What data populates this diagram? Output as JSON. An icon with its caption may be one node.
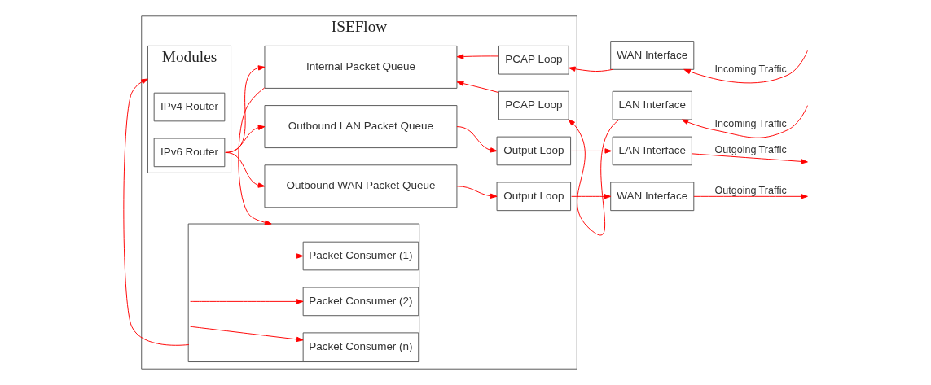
{
  "diagram": {
    "nodes": [
      {
        "text": [
          "ISEFlow"
        ]
      },
      {
        "text": [
          "Modules"
        ],
        "in": 0
      },
      {
        "text": [
          "IPv4 Router"
        ],
        "in": 1
      },
      {
        "text": [
          "IPv6 Router"
        ],
        "in": 1
      },
      {
        "text": [],
        "shape": "box",
        "in": 0
      },
      {
        "text": [
          "Packet Consumer (1)"
        ],
        "in": 4
      },
      {
        "text": [
          "Packet Consumer (2)"
        ],
        "in": 4
      },
      {
        "text": [
          "Packet Consumer (n)"
        ],
        "in": 4
      },
      {
        "text": [
          "Internal Packet Queue"
        ],
        "in": 0
      },
      {
        "text": [
          "Outbound LAN Packet Queue"
        ],
        "in": 0
      },
      {
        "text": [
          "Outbound WAN Packet Queue"
        ],
        "in": 0
      },
      {
        "text": [
          "PCAP Loop"
        ],
        "in": 0
      },
      {
        "text": [
          "PCAP Loop"
        ],
        "in": 0
      },
      {
        "text": [
          "Output Loop"
        ],
        "in": 0
      },
      {
        "text": [
          "Output Loop"
        ],
        "in": 0
      },
      {
        "text": [
          "WAN Interface"
        ]
      },
      {
        "text": [
          "LAN Interface"
        ]
      },
      {
        "text": [
          "LAN Interface"
        ]
      },
      {
        "text": [
          "WAN Interface"
        ]
      }
    ],
    "edges": [
      {
        "from": 4,
        "to": 5,
        "arrow": "to"
      },
      {
        "from": 4,
        "to": 6,
        "arrow": "to"
      },
      {
        "from": 4,
        "to": 7,
        "arrow": "to"
      },
      {
        "from": 4,
        "to": 1,
        "arrow": "to"
      },
      {
        "from": 8,
        "to": 4,
        "arrow": "to"
      },
      {
        "from": 3,
        "to": 8,
        "arrow": "to"
      },
      {
        "from": 3,
        "to": 9,
        "arrow": "to"
      },
      {
        "from": 3,
        "to": 10,
        "arrow": "to"
      },
      {
        "from": 11,
        "to": 8,
        "arrow": "to"
      },
      {
        "from": 12,
        "to": 8,
        "arrow": "to"
      },
      {
        "from": 9,
        "to": 13,
        "arrow": "to"
      },
      {
        "from": 10,
        "to": 14,
        "arrow": "to"
      },
      {
        "from": 15,
        "to": 11,
        "arrow": "to"
      },
      {
        "from": 16,
        "to": 12,
        "arrow": "to"
      },
      {
        "from": 13,
        "to": 17,
        "arrow": "to"
      },
      {
        "from": 14,
        "to": 18,
        "arrow": "to"
      },
      {
        "from": null,
        "to": 15,
        "arrow": "to",
        "label": "Incoming Traffic"
      },
      {
        "from": null,
        "to": 16,
        "arrow": "to",
        "label": "Incoming Traffic"
      },
      {
        "from": 17,
        "to": null,
        "arrow": "to",
        "label": "Outgoing Traffic"
      },
      {
        "from": 18,
        "to": null,
        "arrow": "to",
        "label": "Outgoing Traffic"
      }
    ]
  }
}
